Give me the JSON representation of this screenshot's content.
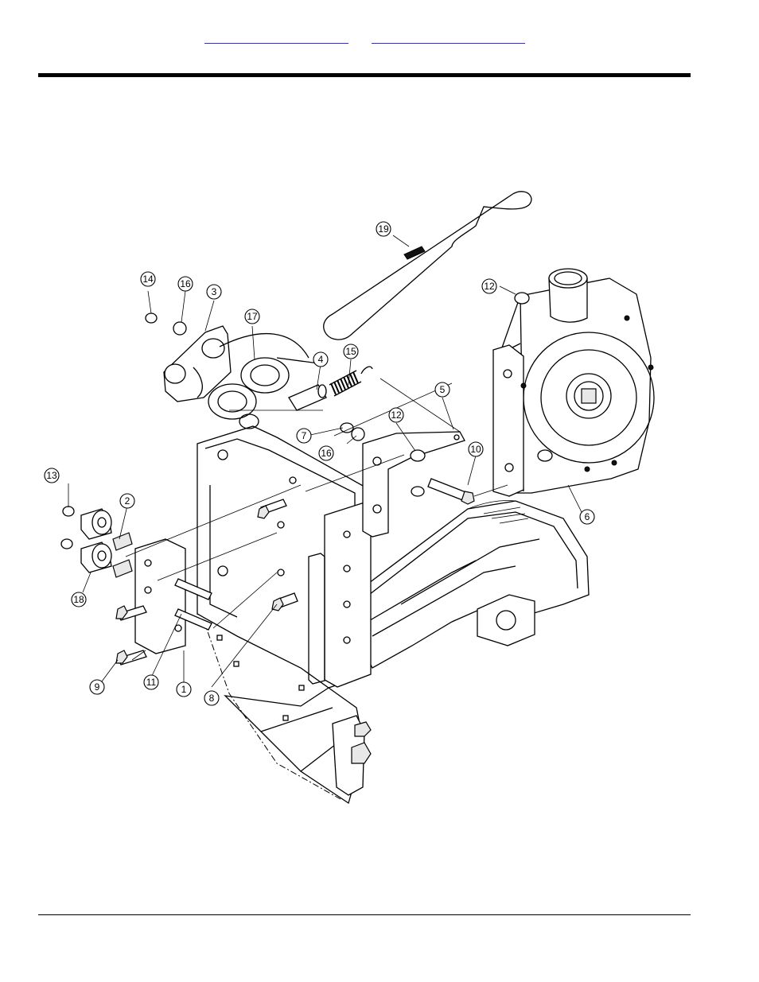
{
  "header": {
    "links": [
      {
        "text": ""
      },
      {
        "text": ""
      }
    ]
  },
  "diagram": {
    "callouts": [
      {
        "id": "1",
        "label": "1"
      },
      {
        "id": "2",
        "label": "2"
      },
      {
        "id": "3",
        "label": "3"
      },
      {
        "id": "4",
        "label": "4"
      },
      {
        "id": "5",
        "label": "5"
      },
      {
        "id": "6",
        "label": "6"
      },
      {
        "id": "7",
        "label": "7"
      },
      {
        "id": "8",
        "label": "8"
      },
      {
        "id": "9",
        "label": "9"
      },
      {
        "id": "10",
        "label": "10"
      },
      {
        "id": "11",
        "label": "11"
      },
      {
        "id": "12a",
        "label": "12"
      },
      {
        "id": "12b",
        "label": "12"
      },
      {
        "id": "13",
        "label": "13"
      },
      {
        "id": "14",
        "label": "14"
      },
      {
        "id": "15",
        "label": "15"
      },
      {
        "id": "16a",
        "label": "16"
      },
      {
        "id": "16b",
        "label": "16"
      },
      {
        "id": "17",
        "label": "17"
      },
      {
        "id": "18",
        "label": "18"
      },
      {
        "id": "19",
        "label": "19"
      }
    ]
  }
}
